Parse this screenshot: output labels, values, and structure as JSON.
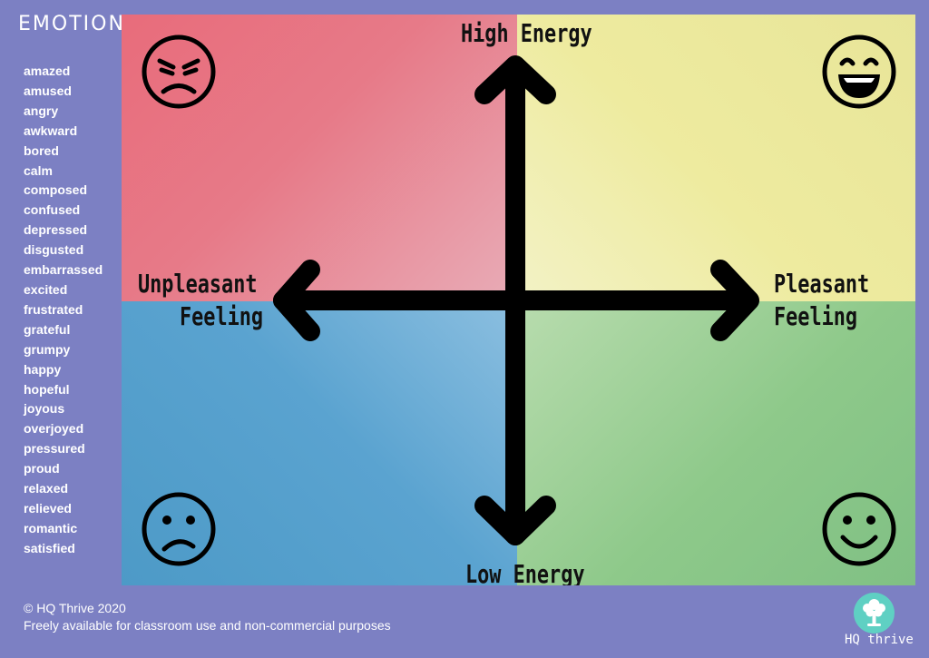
{
  "sidebar": {
    "title": "EMOTIONS",
    "emotions": [
      "amazed",
      "amused",
      "angry",
      "awkward",
      "bored",
      "calm",
      "composed",
      "confused",
      "depressed",
      "disgusted",
      "embarrassed",
      "excited",
      "frustrated",
      "grateful",
      "grumpy",
      "happy",
      "hopeful",
      "joyous",
      "overjoyed",
      "pressured",
      "proud",
      "relaxed",
      "relieved",
      "romantic",
      "satisfied"
    ]
  },
  "axes": {
    "top": "High Energy",
    "bottom": "Low Energy",
    "left_line1": "Unpleasant",
    "left_line2": "Feeling",
    "right_line1": "Pleasant",
    "right_line2": "Feeling"
  },
  "quadrants": {
    "top_left": {
      "color": "#e86c7b",
      "icon": "angry-face-icon"
    },
    "top_right": {
      "color": "#eeeb9f",
      "icon": "grinning-face-icon"
    },
    "bottom_left": {
      "color": "#5aa3d0",
      "icon": "sad-face-icon"
    },
    "bottom_right": {
      "color": "#8ec98a",
      "icon": "smiling-face-icon"
    }
  },
  "footer": {
    "copyright": "© HQ Thrive 2020",
    "license": "Freely available for classroom use and non-commercial purposes",
    "logo_text": "HQ thrive"
  },
  "colors": {
    "background": "#7c80c3",
    "logo": "#5fd0c3"
  }
}
